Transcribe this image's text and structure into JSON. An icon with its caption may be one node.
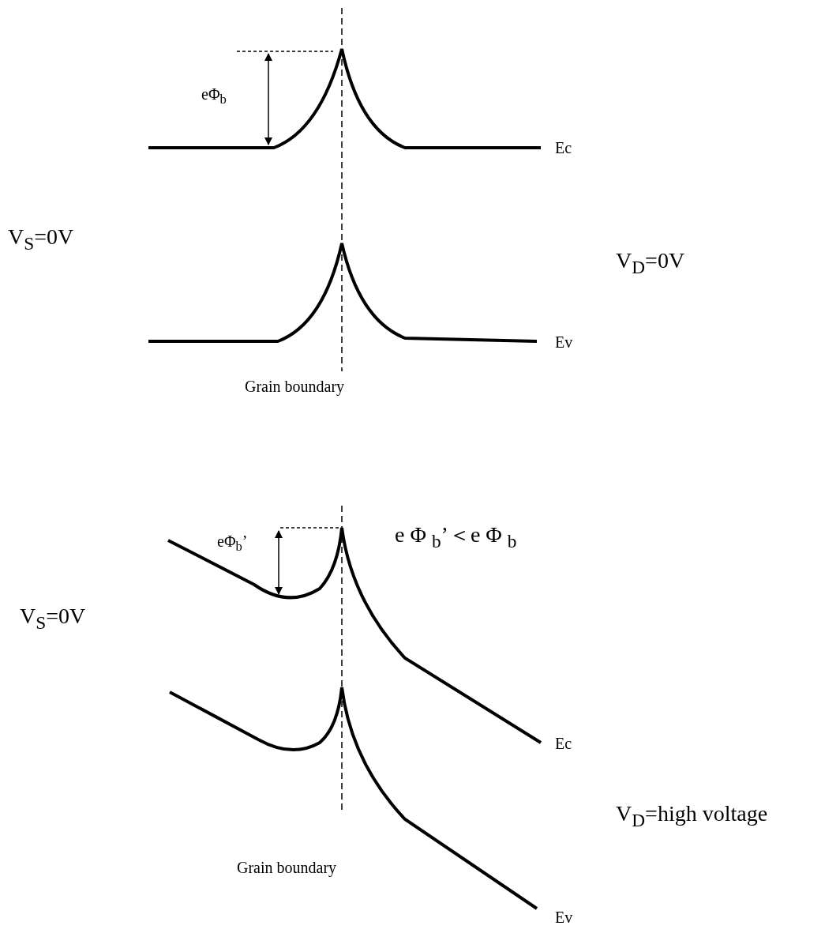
{
  "diagram": {
    "labels": [
      "eΦ$_{b}$",
      "Ec",
      "V$_{S}$=0V",
      "V$_{D}$=0V",
      "Ev",
      "Grain boundary",
      "eΦ$_{b}$’",
      "e Φ $_{b}$’＜e Φ $_{b}$",
      "V$_{S}$=0V",
      "Ec",
      "V$_{D}$=high voltage",
      "Grain boundary",
      "Ev"
    ]
  }
}
